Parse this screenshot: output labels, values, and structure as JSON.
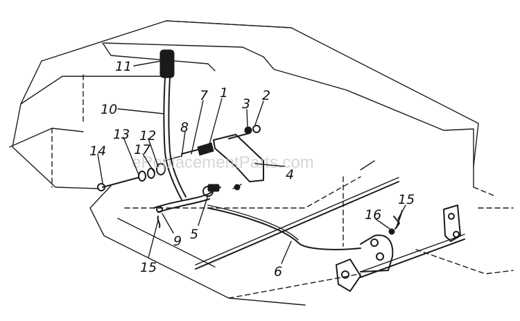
{
  "diagram": {
    "watermark": "eReplacementParts.com",
    "colors": {
      "ink": "#1a1a1a",
      "background": "#ffffff",
      "watermark": "#c9c9c9"
    },
    "part_labels": {
      "p1": "1",
      "p2": "2",
      "p3": "3",
      "p4": "4",
      "p5": "5",
      "p6": "6",
      "p7": "7",
      "p8": "8",
      "p9": "9",
      "p10": "10",
      "p11": "11",
      "p12": "12",
      "p13": "13",
      "p14": "14",
      "p15a": "15",
      "p15b": "15",
      "p16": "16",
      "p17": "17"
    }
  }
}
